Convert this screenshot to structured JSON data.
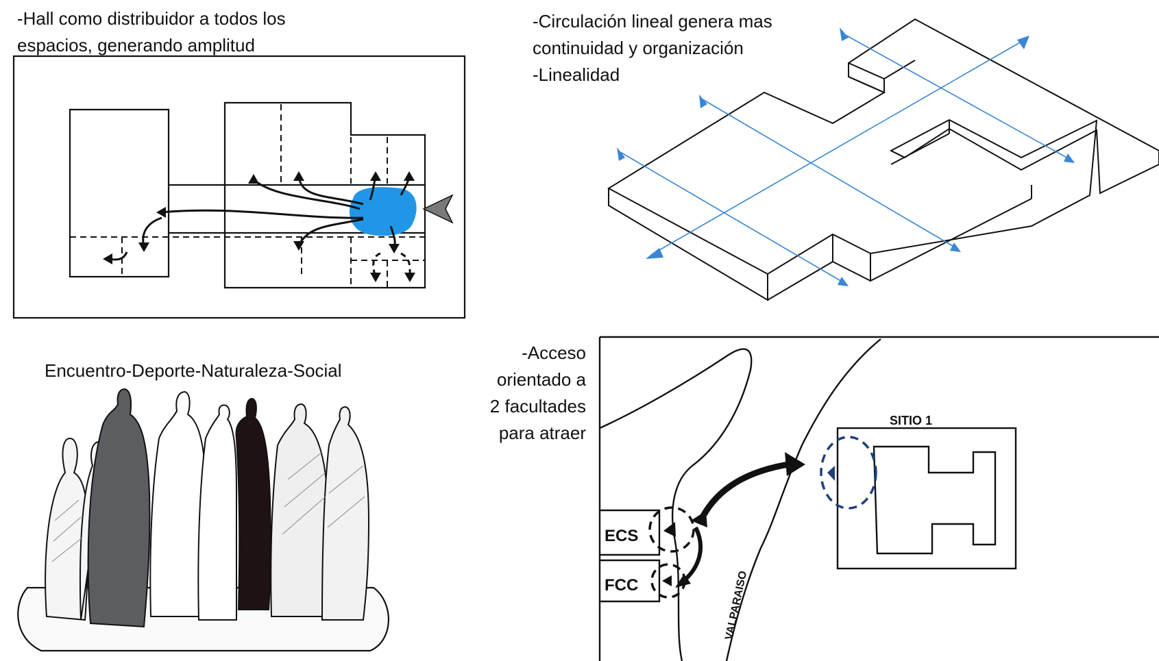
{
  "panels": {
    "hall": {
      "caption_line1": "-Hall como distribuidor a todos los",
      "caption_line2": "espacios, generando amplitud",
      "colors": {
        "hall": "#2196e6",
        "entry_arrow": "#7a7a7a"
      }
    },
    "circulation": {
      "caption_line1": "-Circulación lineal genera mas",
      "caption_line2": "continuidad y organización",
      "caption_line3": "-Linealidad",
      "colors": {
        "axis": "#3a86d4"
      }
    },
    "people": {
      "caption": "Encuentro-Deporte-Naturaleza-Social",
      "colors": {
        "grey_figure": "#5b5d60",
        "dark_figure": "#1e1214"
      }
    },
    "site": {
      "caption_line1": "-Acceso",
      "caption_line2": "orientado a",
      "caption_line3": "2 facultades",
      "caption_line4": "para atraer",
      "site_label": "SITIO 1",
      "faculty_1": "ECS",
      "faculty_2": "FCC",
      "street_label": "VALPARAISO",
      "colors": {
        "dashed_circle": "#1f3f7a"
      }
    }
  }
}
